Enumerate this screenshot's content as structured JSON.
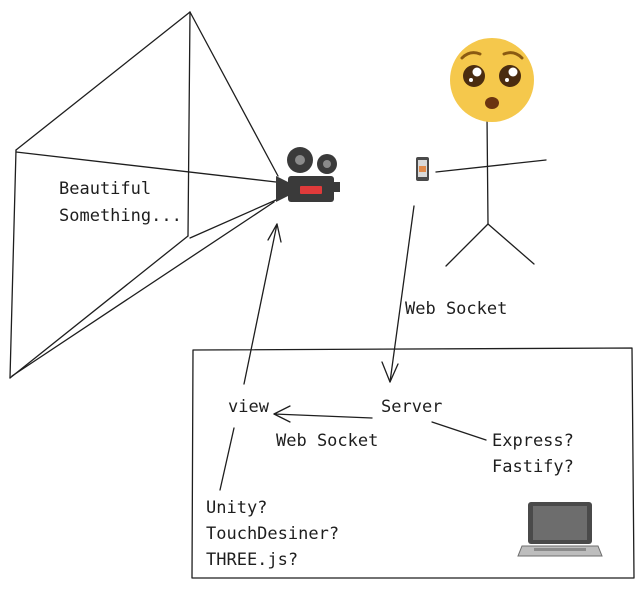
{
  "colors": {
    "stroke": "#1e1e1e",
    "background": "#ffffff",
    "face": "#f5c84c",
    "camera": "#3a3a3a",
    "laptop_screen": "#6d6d6d"
  },
  "icons": {
    "face": "pleading-face-icon",
    "camera": "movie-camera-icon",
    "phone": "mobile-phone-icon",
    "laptop": "laptop-icon"
  },
  "labels": {
    "projection_line1": "Beautiful",
    "projection_line2": "Something...",
    "websocket_top": "Web Socket",
    "view": "view",
    "server": "Server",
    "websocket_bottom": "Web Socket",
    "server_options_line1": "Express?",
    "server_options_line2": "Fastify?",
    "view_options_line1": "Unity?",
    "view_options_line2": "TouchDesiner?",
    "view_options_line3": "THREE.js?"
  }
}
